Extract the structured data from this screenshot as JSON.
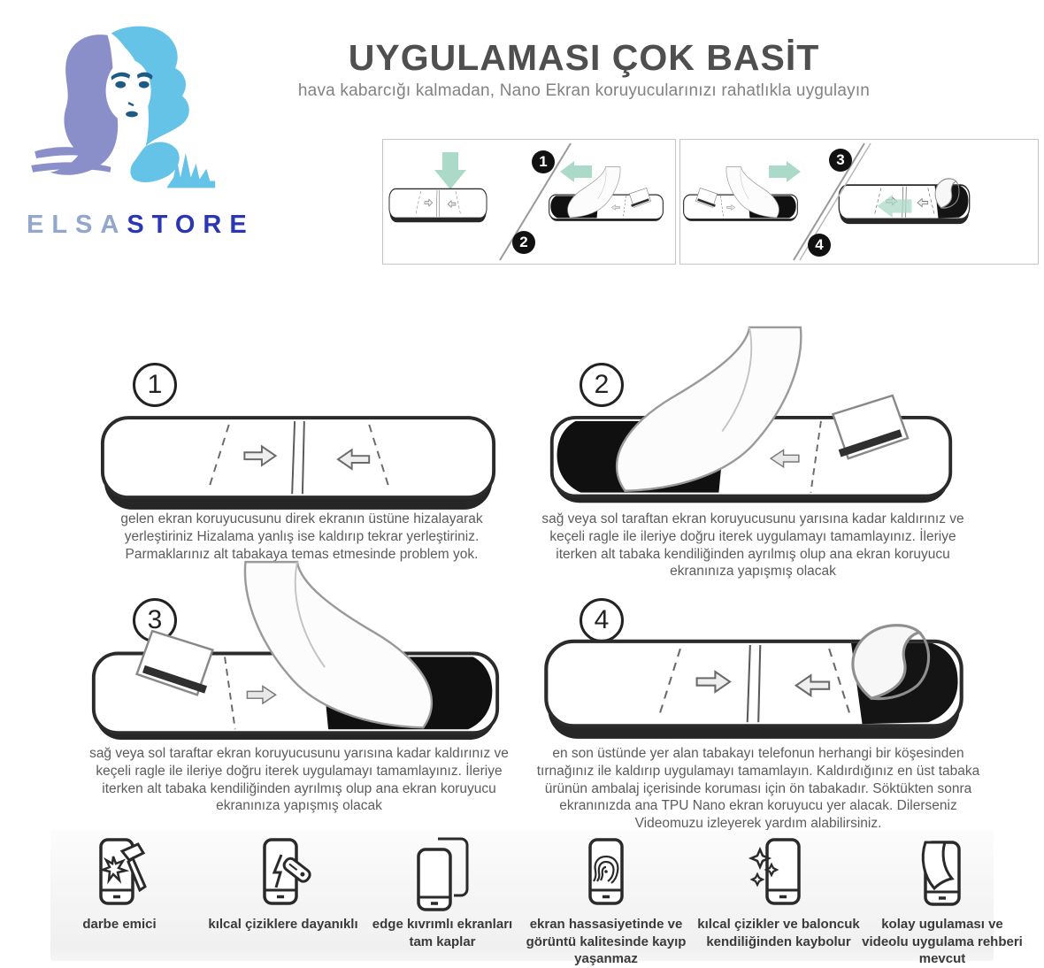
{
  "colors": {
    "mint": "#abdac8",
    "title": "#4f4f4f",
    "subtitle": "#828282",
    "body-text": "#5c5c5c",
    "caption": "#3a3a3a",
    "brand-elsa": "#93a6cc",
    "brand-store": "#2a36b4",
    "logo-blue": "#66c3e8",
    "logo-purple": "#8b8fc9",
    "logo-feature": "#1d5a86"
  },
  "logo": {
    "brand_first": "ELSA",
    "brand_second": "STORE",
    "graphic": "elsa-portrait-two-tone"
  },
  "header": {
    "title": "UYGULAMASI ÇOK BASİT",
    "subtitle": "hava kabarcığı kalmadan, Nano Ekran koruyucularınızı rahatlıkla uygulayın"
  },
  "quick_guide": {
    "badges": [
      "1",
      "2",
      "3",
      "4"
    ]
  },
  "steps": [
    {
      "number": "1",
      "text": "gelen ekran koruyucusunu direk ekranın üstüne hizalayarak yerleştiriniz Hizalama yanlış ise kaldırıp tekrar yerleştiriniz. Parmaklarınız alt tabakaya temas etmesinde problem yok."
    },
    {
      "number": "2",
      "text": "sağ veya sol taraftan ekran koruyucusunu yarısına kadar kaldırınız ve keçeli ragle ile ileriye doğru iterek uygulamayı tamamlayınız. İleriye iterken alt tabaka kendiliğinden ayrılmış olup ana ekran koruyucu ekranınıza yapışmış olacak"
    },
    {
      "number": "3",
      "text": "sağ veya sol taraftar ekran koruyucusunu yarısına kadar kaldırınız ve keçeli ragle ile ileriye doğru iterek uygulamayı tamamlayınız. İleriye iterken alt tabaka kendiliğinden ayrılmış olup ana ekran koruyucu ekranınıza yapışmış olacak"
    },
    {
      "number": "4",
      "text": "en son üstünde yer alan tabakayı telefonun herhangi bir köşesinden tırnağınız ile kaldırıp uygulamayı tamamlayın. Kaldırdığınız en üst tabaka ürünün ambalaj içerisinde koruması için ön tabakadır. Söktükten sonra ekranınızda ana TPU Nano ekran koruyucu yer alacak. Dilerseniz Videomuzu izleyerek yardım alabilirsiniz."
    }
  ],
  "features": [
    {
      "icon": "phone-impact-hammer-icon",
      "label": "darbe emici"
    },
    {
      "icon": "phone-scratch-cutter-icon",
      "label": "kılcal çiziklere dayanıklı"
    },
    {
      "icon": "phone-edge-cover-icon",
      "label": "edge kıvrımlı ekranları tam kaplar"
    },
    {
      "icon": "phone-fingerprint-icon",
      "label": "ekran hassasiyetinde ve görüntü kalitesinde kayıp yaşanmaz"
    },
    {
      "icon": "phone-sparkles-icon",
      "label": "kılcal çizikler ve baloncuk kendiliğinden kaybolur"
    },
    {
      "icon": "phone-peel-film-icon",
      "label": "kolay ugulaması ve videolu uygulama rehberi mevcut"
    }
  ]
}
